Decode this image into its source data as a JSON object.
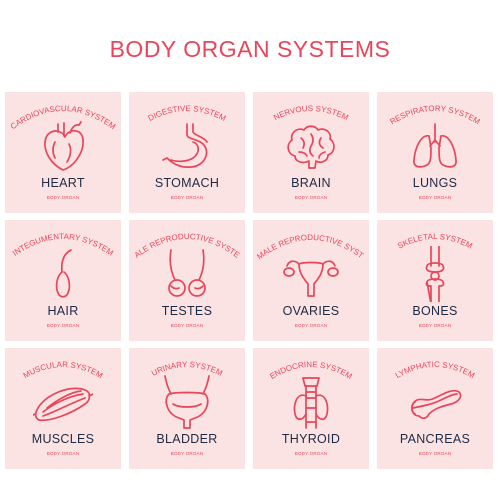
{
  "title": "BODY ORGAN SYSTEMS",
  "accent_color": "#e8465a",
  "tile_color": "#fbe3e3",
  "text_color": "#1f2a44",
  "organs": [
    {
      "system": "CARDIOVASCULAR SYSTEM",
      "name": "HEART",
      "sub": "BODY ORGAN",
      "icon": "heart-icon"
    },
    {
      "system": "DIGESTIVE SYSTEM",
      "name": "STOMACH",
      "sub": "BODY ORGAN",
      "icon": "stomach-icon"
    },
    {
      "system": "NERVOUS SYSTEM",
      "name": "BRAIN",
      "sub": "BODY ORGAN",
      "icon": "brain-icon"
    },
    {
      "system": "RESPIRATORY SYSTEM",
      "name": "LUNGS",
      "sub": "BODY ORGAN",
      "icon": "lungs-icon"
    },
    {
      "system": "INTEGUMENTARY SYSTEM",
      "name": "HAIR",
      "sub": "BODY ORGAN",
      "icon": "hair-icon"
    },
    {
      "system": "MALE REPRODUCTIVE SYSTEM",
      "name": "TESTES",
      "sub": "BODY ORGAN",
      "icon": "testes-icon"
    },
    {
      "system": "FEMALE REPRODUCTIVE SYSTEM",
      "name": "OVARIES",
      "sub": "BODY ORGAN",
      "icon": "ovaries-icon"
    },
    {
      "system": "SKELETAL SYSTEM",
      "name": "BONES",
      "sub": "BODY ORGAN",
      "icon": "bones-icon"
    },
    {
      "system": "MUSCULAR SYSTEM",
      "name": "MUSCLES",
      "sub": "BODY ORGAN",
      "icon": "muscles-icon"
    },
    {
      "system": "URINARY SYSTEM",
      "name": "BLADDER",
      "sub": "BODY ORGAN",
      "icon": "bladder-icon"
    },
    {
      "system": "ENDOCRINE SYSTEM",
      "name": "THYROID",
      "sub": "BODY ORGAN",
      "icon": "thyroid-icon"
    },
    {
      "system": "LYMPHATIC SYSTEM",
      "name": "PANCREAS",
      "sub": "BODY ORGAN",
      "icon": "pancreas-icon"
    }
  ]
}
